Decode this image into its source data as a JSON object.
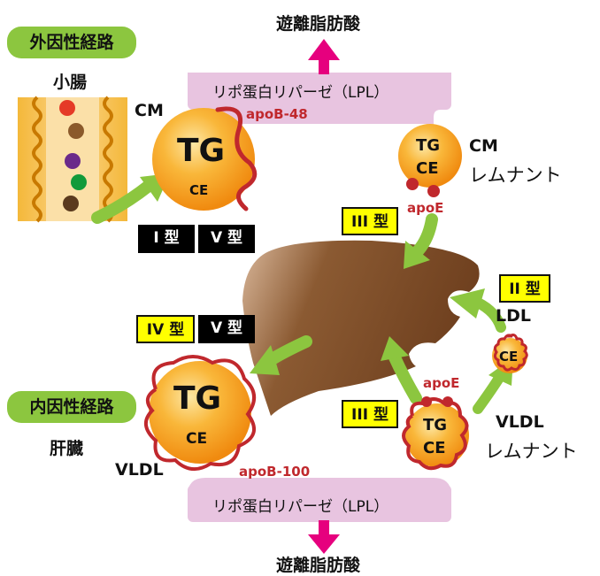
{
  "pathways": {
    "exogenous": "外因性経路",
    "endogenous": "内因性経路"
  },
  "organs": {
    "intestine": "小腸",
    "liver": "肝臓"
  },
  "enzyme": {
    "top": "リポ蛋白リパーゼ（LPL）",
    "bottom": "リポ蛋白リパーゼ（LPL）"
  },
  "products": {
    "top": "遊離脂肪酸",
    "bottom": "遊離脂肪酸"
  },
  "lipoproteins": {
    "cm": "CM",
    "cm_remnant_line1": "CM",
    "cm_remnant_line2": "レムナント",
    "ldl": "LDL",
    "vldl": "VLDL",
    "vldl_remnant_line1": "VLDL",
    "vldl_remnant_line2": "レムナント"
  },
  "particle_text": {
    "tg": "TG",
    "ce": "CE"
  },
  "apoproteins": {
    "apob48": "apoB-48",
    "apob100": "apoB-100",
    "apoe_top": "apoE",
    "apoe_bottom": "apoE"
  },
  "types": {
    "type1": "I 型",
    "type5_top": "V 型",
    "type3_top": "III 型",
    "type2": "II 型",
    "type4": "IV 型",
    "type5_mid": "V 型",
    "type3_bottom": "III 型"
  },
  "colors": {
    "pill_green": "#8cc63f",
    "lpl_band": "#e8c4e0",
    "arrow_magenta": "#e6007e",
    "arrow_green": "#8cc63f",
    "particle_orange": "#f7a21b",
    "apo_red": "#c0282d",
    "liver_brown": "#7a4a26",
    "type_yellow": "#ffff00"
  }
}
